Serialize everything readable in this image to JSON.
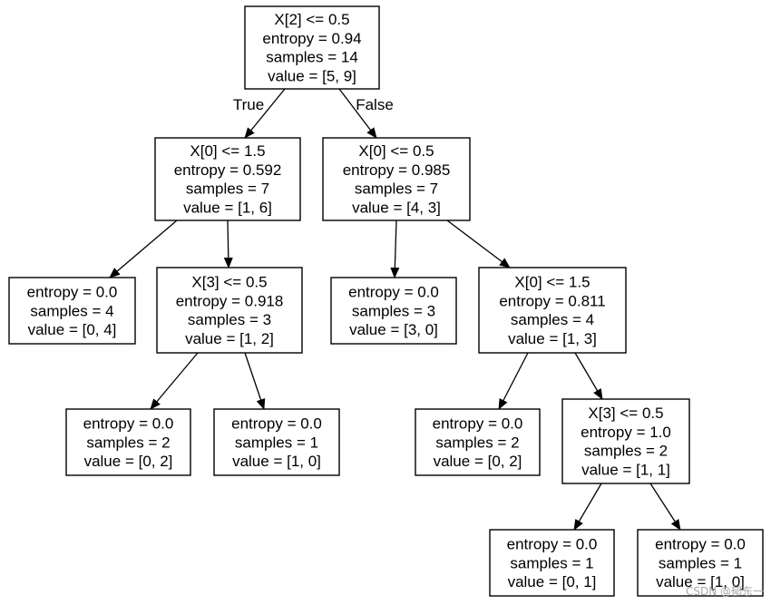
{
  "tree": {
    "nodes": [
      {
        "id": "n0",
        "lines": [
          "X[2] <= 0.5",
          "entropy = 0.94",
          "samples = 14",
          "value = [5, 9]"
        ]
      },
      {
        "id": "n1",
        "lines": [
          "X[0] <= 1.5",
          "entropy = 0.592",
          "samples = 7",
          "value = [1, 6]"
        ]
      },
      {
        "id": "n2",
        "lines": [
          "X[0] <= 0.5",
          "entropy = 0.985",
          "samples = 7",
          "value = [4, 3]"
        ]
      },
      {
        "id": "n3",
        "lines": [
          "entropy = 0.0",
          "samples = 4",
          "value = [0, 4]"
        ]
      },
      {
        "id": "n4",
        "lines": [
          "X[3] <= 0.5",
          "entropy = 0.918",
          "samples = 3",
          "value = [1, 2]"
        ]
      },
      {
        "id": "n5",
        "lines": [
          "entropy = 0.0",
          "samples = 3",
          "value = [3, 0]"
        ]
      },
      {
        "id": "n6",
        "lines": [
          "X[0] <= 1.5",
          "entropy = 0.811",
          "samples = 4",
          "value = [1, 3]"
        ]
      },
      {
        "id": "n7",
        "lines": [
          "entropy = 0.0",
          "samples = 2",
          "value = [0, 2]"
        ]
      },
      {
        "id": "n8",
        "lines": [
          "entropy = 0.0",
          "samples = 1",
          "value = [1, 0]"
        ]
      },
      {
        "id": "n9",
        "lines": [
          "entropy = 0.0",
          "samples = 2",
          "value = [0, 2]"
        ]
      },
      {
        "id": "n10",
        "lines": [
          "X[3] <= 0.5",
          "entropy = 1.0",
          "samples = 2",
          "value = [1, 1]"
        ]
      },
      {
        "id": "n11",
        "lines": [
          "entropy = 0.0",
          "samples = 1",
          "value = [0, 1]"
        ]
      },
      {
        "id": "n12",
        "lines": [
          "entropy = 0.0",
          "samples = 1",
          "value = [1, 0]"
        ]
      }
    ],
    "edges": [
      {
        "from": "n0",
        "to": "n1",
        "label": "True"
      },
      {
        "from": "n0",
        "to": "n2",
        "label": "False"
      },
      {
        "from": "n1",
        "to": "n3"
      },
      {
        "from": "n1",
        "to": "n4"
      },
      {
        "from": "n2",
        "to": "n5"
      },
      {
        "from": "n2",
        "to": "n6"
      },
      {
        "from": "n4",
        "to": "n7"
      },
      {
        "from": "n4",
        "to": "n8"
      },
      {
        "from": "n6",
        "to": "n9"
      },
      {
        "from": "n6",
        "to": "n10"
      },
      {
        "from": "n10",
        "to": "n11"
      },
      {
        "from": "n10",
        "to": "n12"
      }
    ]
  },
  "watermark": "CSDN @郁东一"
}
